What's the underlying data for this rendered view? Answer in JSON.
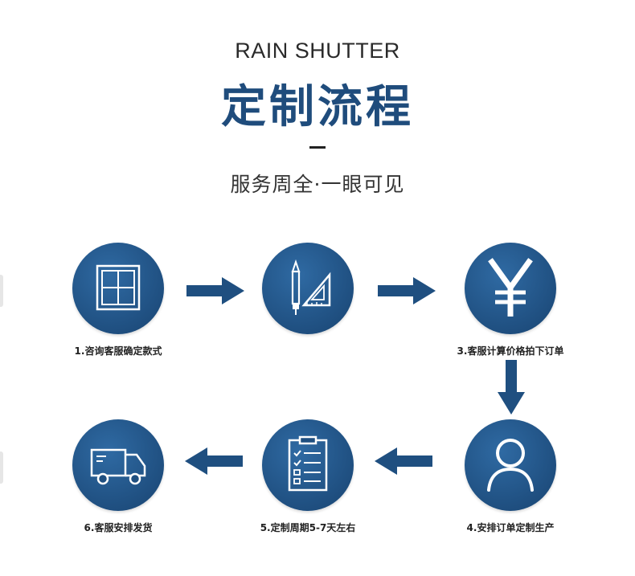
{
  "brand": "RAIN SHUTTER",
  "title": "定制流程",
  "subtitle": "服务周全·一眼可见",
  "steps": [
    {
      "label": "1.咨询客服确定款式",
      "icon": "window-icon"
    },
    {
      "label": "",
      "icon": "drafting-tools-icon"
    },
    {
      "label": "3.客服计算价格拍下订单",
      "icon": "yen-icon"
    },
    {
      "label": "4.安排订单定制生产",
      "icon": "user-icon"
    },
    {
      "label": "5.定制周期5-7天左右",
      "icon": "clipboard-checklist-icon"
    },
    {
      "label": "6.客服安排发货",
      "icon": "delivery-truck-icon"
    }
  ],
  "colors": {
    "circle": "#1f4f80",
    "arrow": "#1f4f80",
    "title": "#1f4c7c"
  }
}
